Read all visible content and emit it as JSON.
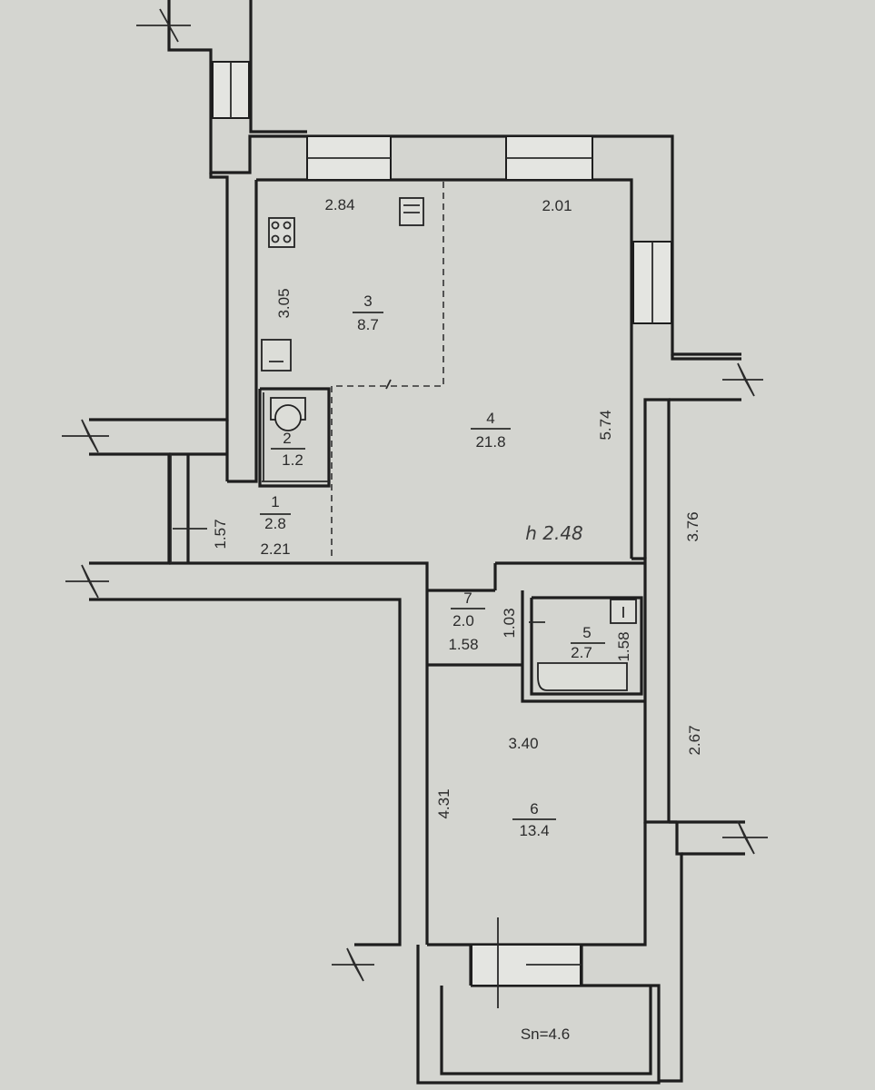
{
  "rooms": [
    {
      "id": "1",
      "number": "1",
      "area": "2.8",
      "dims": [
        "2.21",
        "1.57"
      ]
    },
    {
      "id": "2",
      "number": "2",
      "area": "1.2"
    },
    {
      "id": "3",
      "number": "3",
      "area": "8.7",
      "dims": [
        "2.84",
        "3.05"
      ]
    },
    {
      "id": "4",
      "number": "4",
      "area": "21.8",
      "dims": [
        "2.01",
        "5.74"
      ]
    },
    {
      "id": "5",
      "number": "5",
      "area": "2.7",
      "dims": [
        "1.58"
      ]
    },
    {
      "id": "6",
      "number": "6",
      "area": "13.4",
      "dims": [
        "3.40",
        "4.31"
      ]
    },
    {
      "id": "7",
      "number": "7",
      "area": "2.0",
      "dims": [
        "1.58",
        "1.03"
      ]
    }
  ],
  "corridor_dims": [
    "3.76",
    "2.67"
  ],
  "ceiling_height": "h 2.48",
  "balcony_label": "Sn=4.6"
}
